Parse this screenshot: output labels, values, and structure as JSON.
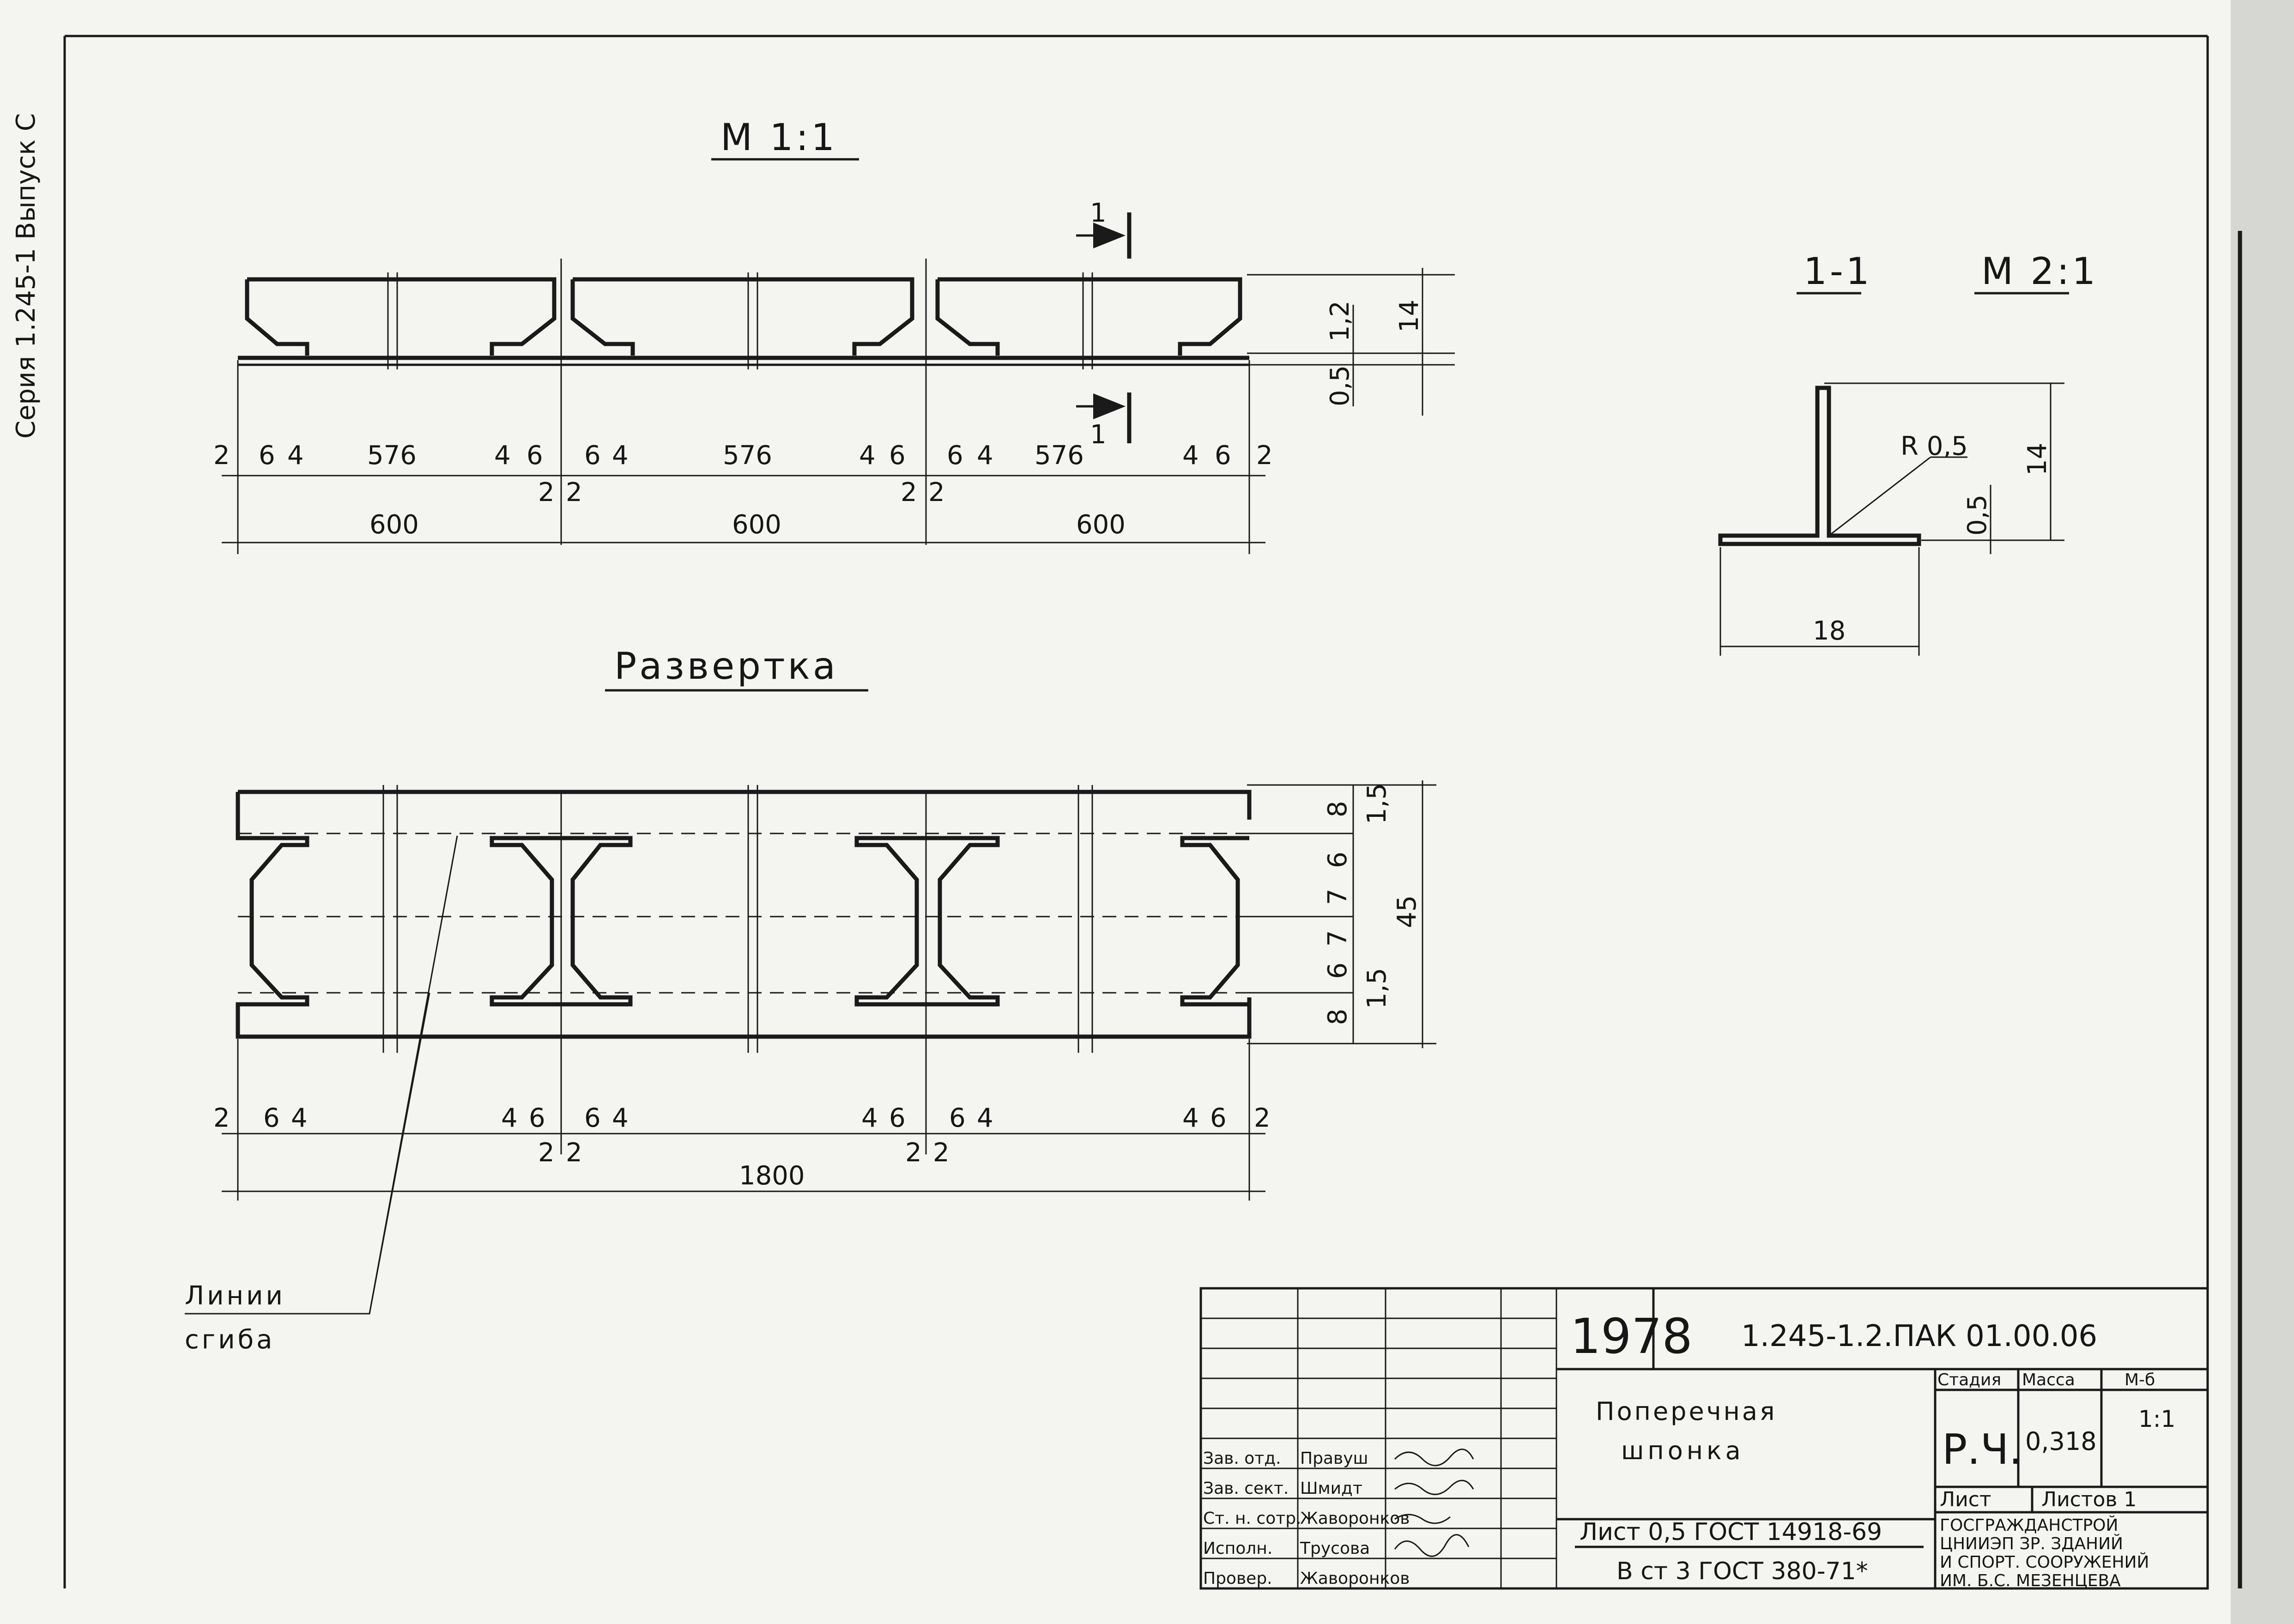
{
  "side_stamp": "Серия 1.245-1 Выпуск С",
  "views": {
    "main": {
      "scale_label": "М 1:1",
      "section_mark": "1",
      "segment_dims": [
        "2",
        "6",
        "4",
        "576",
        "4",
        "6",
        "6",
        "4",
        "576",
        "4",
        "6",
        "6",
        "4",
        "576",
        "4",
        "6",
        "2"
      ],
      "joint_dims": [
        "2",
        "2",
        "2",
        "2"
      ],
      "span_dims": [
        "600",
        "600",
        "600"
      ],
      "height_dims": [
        "14",
        "1,2",
        "0,5"
      ]
    },
    "section": {
      "title": "1-1",
      "scale_label": "М 2:1",
      "radius_label": "R 0,5",
      "thickness_label": "0,5",
      "height_label": "14",
      "width_label": "18"
    },
    "development": {
      "title": "Развертка",
      "edge_dims": [
        "2",
        "6",
        "4",
        "4",
        "6",
        "6",
        "4",
        "4",
        "6",
        "6",
        "4",
        "4",
        "6",
        "2"
      ],
      "joint_dims": [
        "2",
        "2",
        "2",
        "2"
      ],
      "total_length": "1800",
      "height_dims": [
        "8",
        "6",
        "7",
        "7",
        "6",
        "8"
      ],
      "small_dims": [
        "1,5",
        "1,5"
      ],
      "total_height": "45",
      "callout_line1": "Линии",
      "callout_line2": "сгиба"
    }
  },
  "title_block": {
    "year": "1978",
    "doc_code": "1.245-1.2.ПАК 01.00.06",
    "name_line1": "Поперечная",
    "name_line2": "шпонка",
    "stage_label": "Стадия",
    "mass_label": "Масса",
    "scale_label": "М-б",
    "stage_value": "Р.Ч.",
    "mass_value": "0,318",
    "scale_value": "1:1",
    "sheet_label": "Лист",
    "sheets_label": "Листов 1",
    "material_line1": "Лист 0,5 ГОСТ 14918-69",
    "material_line2": "В ст 3 ГОСТ 380-71*",
    "org_line1": "ГОСГРАЖДАНСТРОЙ",
    "org_line2": "ЦНИИЭП ЗР. ЗДАНИЙ",
    "org_line3": "И СПОРТ. СООРУЖЕНИЙ",
    "org_line4": "ИМ. Б.С. МЕЗЕНЦЕВА",
    "staff": [
      {
        "role": "Зав. отд.",
        "name": "Правуш"
      },
      {
        "role": "Зав. сект.",
        "name": "Шмидт"
      },
      {
        "role": "Ст. н. сотр.",
        "name": "Жаворонков"
      },
      {
        "role": "Исполн.",
        "name": "Трусова"
      },
      {
        "role": "Провер.",
        "name": "Жаворонков"
      }
    ]
  }
}
